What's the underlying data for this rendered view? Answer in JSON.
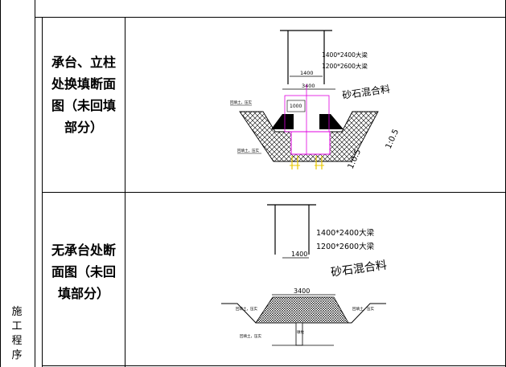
{
  "side_heading": [
    "施",
    "工",
    "程",
    "序"
  ],
  "rows": [
    {
      "label_lines": [
        "承台、立柱",
        "处换填断面",
        "图（未回填",
        "部分）"
      ],
      "figure": {
        "beam_1": "1400*2400大梁",
        "beam_2": "1200*2600大梁",
        "dim_top": "1400",
        "dim_base": "3400",
        "dim_inner": "1000",
        "material": "砂石混合料",
        "slope_1": "1:0.5",
        "slope_2": "1:0.5",
        "left_note": "回填土，压实",
        "left_note_2": "回填土，压实"
      }
    },
    {
      "label_lines": [
        "无承台处断",
        "面图（未回",
        "填部分）"
      ],
      "figure": {
        "beam_1": "1400*2400大梁",
        "beam_2": "1200*2600大梁",
        "dim_top": "1400",
        "dim_base": "3400",
        "material": "砂石混合料",
        "left_note": "回填土，压实",
        "right_note": "回填土，压实",
        "bottom_note": "回填土，压实",
        "center_note": "墩柱"
      }
    }
  ]
}
